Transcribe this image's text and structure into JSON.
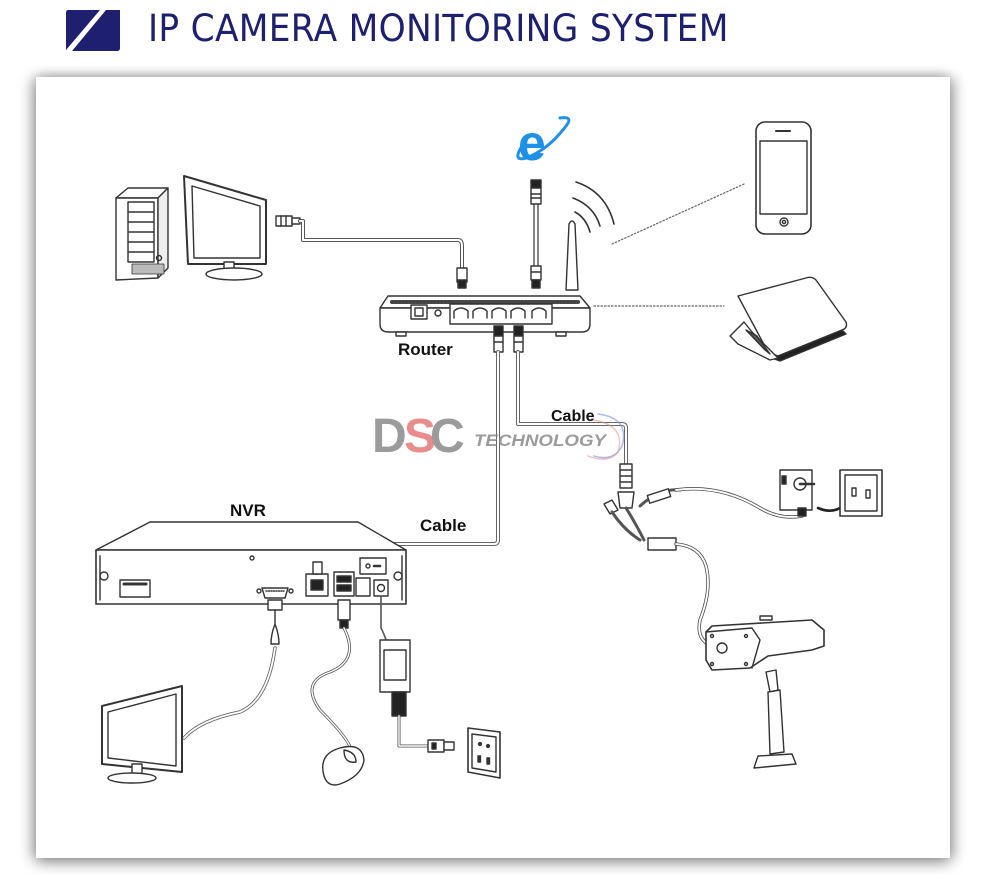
{
  "header": {
    "title": "IP CAMERA MONITORING SYSTEM",
    "logo_icon": "slashed-square-icon",
    "accent_color": "#1e1f6e"
  },
  "diagram": {
    "labels": {
      "router": "Router",
      "nvr": "NVR",
      "cable_nvr": "Cable",
      "cable_camera": "Cable"
    },
    "watermark": {
      "brand_d": "D",
      "brand_s": "S",
      "brand_c": "C",
      "brand_suffix": "TECHNOLOGY",
      "colors": {
        "gray": "#8a8a8a",
        "red": "#e46a6a"
      }
    },
    "devices": [
      {
        "name": "pc-tower",
        "icon": "desktop-tower-icon"
      },
      {
        "name": "pc-monitor",
        "icon": "monitor-icon"
      },
      {
        "name": "internet-explorer",
        "icon": "browser-e-icon",
        "color": "#1e90e8"
      },
      {
        "name": "router",
        "icon": "router-icon"
      },
      {
        "name": "smartphone",
        "icon": "smartphone-icon"
      },
      {
        "name": "laptop",
        "icon": "laptop-icon"
      },
      {
        "name": "nvr",
        "icon": "nvr-icon"
      },
      {
        "name": "nvr-monitor",
        "icon": "monitor-icon"
      },
      {
        "name": "mouse",
        "icon": "mouse-icon"
      },
      {
        "name": "power-adapter",
        "icon": "power-adapter-icon"
      },
      {
        "name": "wall-outlet-nvr",
        "icon": "wall-outlet-icon"
      },
      {
        "name": "camera-adapter",
        "icon": "power-adapter-icon"
      },
      {
        "name": "wall-outlet-camera",
        "icon": "wall-outlet-icon"
      },
      {
        "name": "ip-camera",
        "icon": "bullet-camera-icon"
      }
    ]
  }
}
